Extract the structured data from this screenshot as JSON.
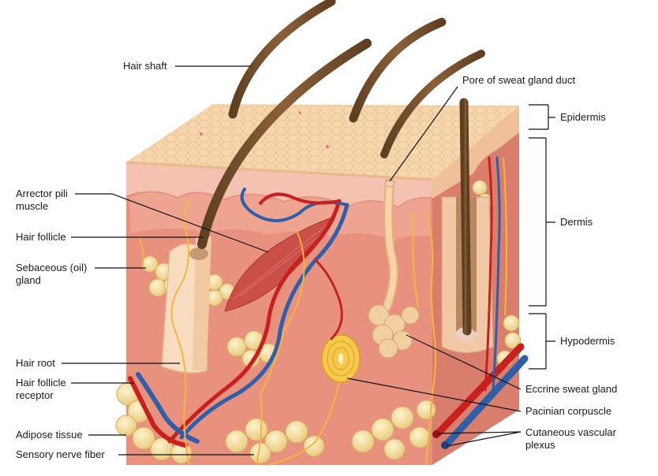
{
  "labels": {
    "hair_shaft": "Hair shaft",
    "pore": "Pore of sweat gland duct",
    "epidermis": "Epidermis",
    "dermis": "Dermis",
    "hypodermis": "Hypodermis",
    "arrector_pili": "Arrector pili\nmuscle",
    "hair_follicle": "Hair follicle",
    "sebaceous": "Sebaceous (oil)\ngland",
    "hair_root": "Hair root",
    "follicle_receptor": "Hair follicle\nreceptor",
    "adipose": "Adipose tissue",
    "sensory_nerve": "Sensory nerve fiber",
    "eccrine": "Eccrine sweat gland",
    "pacinian": "Pacinian corpuscle",
    "vascular_plexus": "Cutaneous vascular\nplexus"
  },
  "colors": {
    "epidermis_top": "#f6d7ad",
    "dermis": "#e8917f",
    "dermis_side": "#d97d6d",
    "papillary": "#f3c2b0",
    "hair": "#7a5431",
    "adipose": "#f5dfa0",
    "artery": "#c8201f",
    "vein": "#2f5fa8",
    "nerve": "#f0b640",
    "leader_line": "#111111"
  }
}
